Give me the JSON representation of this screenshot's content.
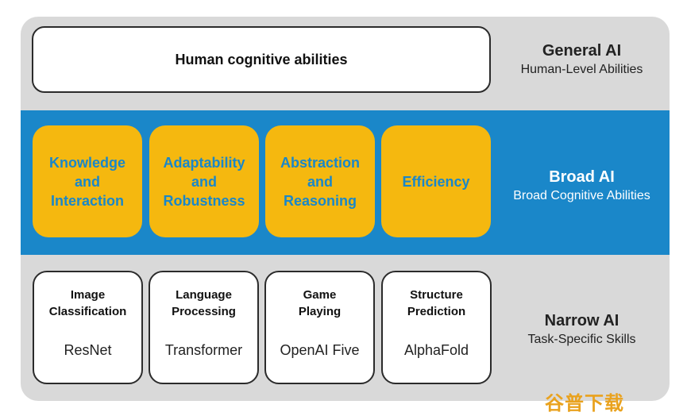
{
  "general": {
    "box_text": "Human cognitive abilities",
    "title": "General AI",
    "subtitle": "Human-Level Abilities"
  },
  "broad": {
    "title": "Broad AI",
    "subtitle": "Broad Cognitive Abilities",
    "abilities": [
      {
        "lines": [
          "Knowledge",
          "and",
          "Interaction"
        ]
      },
      {
        "lines": [
          "Adaptability",
          "and",
          "Robustness"
        ]
      },
      {
        "lines": [
          "Abstraction",
          "and",
          "Reasoning"
        ]
      },
      {
        "lines": [
          "Efficiency"
        ]
      }
    ]
  },
  "narrow": {
    "title": "Narrow AI",
    "subtitle": "Task-Specific Skills",
    "skills": [
      {
        "name_lines": [
          "Image",
          "Classification"
        ],
        "model": "ResNet"
      },
      {
        "name_lines": [
          "Language",
          "Processing"
        ],
        "model": "Transformer"
      },
      {
        "name_lines": [
          "Game",
          "Playing"
        ],
        "model": "OpenAI Five"
      },
      {
        "name_lines": [
          "Structure",
          "Prediction"
        ],
        "model": "AlphaFold"
      }
    ]
  },
  "colors": {
    "blue_band": "#1a87c9",
    "ability_fill": "#f5b80f",
    "frame_gray": "#d9d9d9"
  },
  "watermark": "谷普下载"
}
